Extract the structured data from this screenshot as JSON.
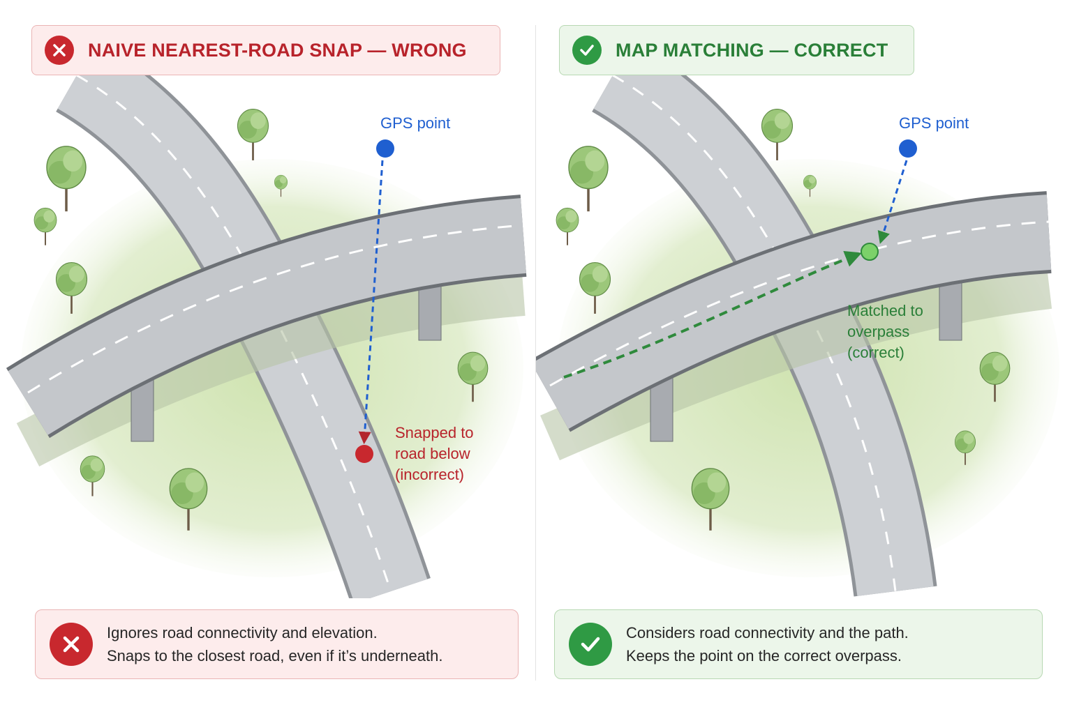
{
  "left_panel": {
    "title": "NAIVE NEAREST-ROAD SNAP — WRONG",
    "gps_label": "GPS point",
    "result_label": [
      "Snapped to",
      "road below",
      "(incorrect)"
    ],
    "info_lines": [
      "Ignores road connectivity and elevation.",
      "Snaps to the closest road, even if it’s underneath."
    ],
    "icon": "x-icon"
  },
  "right_panel": {
    "title": "MAP MATCHING — CORRECT",
    "gps_label": "GPS point",
    "result_label": [
      "Matched to",
      "overpass",
      "(correct)"
    ],
    "info_lines": [
      "Considers road connectivity and the path.",
      "Keeps the point on the correct overpass."
    ],
    "icon": "check-icon"
  },
  "colors": {
    "wrong": "#c8282e",
    "correct": "#2f9a44",
    "gps": "#1f5fd0",
    "road": "#c9ccd0",
    "grass": "#d7e8bd"
  }
}
